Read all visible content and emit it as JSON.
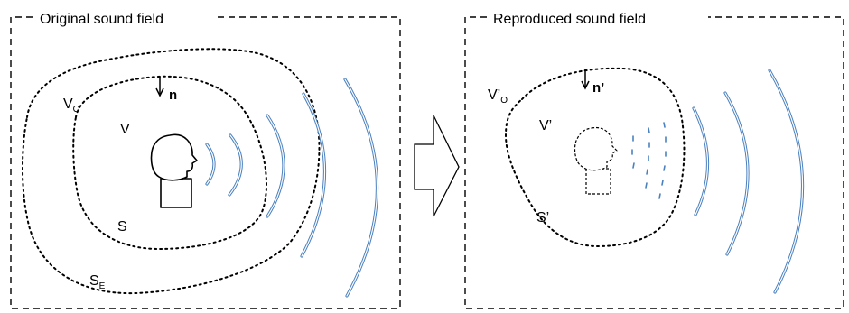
{
  "colors": {
    "line": "#000000",
    "wave_outer": "#4a80bf",
    "wave_inner": "#ffffff"
  },
  "original": {
    "title": "Original sound field",
    "label_vo_main": "V",
    "label_vo_sub": "O",
    "label_v": "V",
    "label_n": "n",
    "label_s": "S",
    "label_se_main": "S",
    "label_se_sub": "E",
    "icon": "head-speaking-icon"
  },
  "transform": {
    "icon": "right-arrow-icon"
  },
  "reproduced": {
    "title": "Reproduced sound field",
    "label_vo_main": "V’",
    "label_vo_sub": "O",
    "label_v": "V’",
    "label_n": "n’",
    "label_s": "S’",
    "icon": "virtual-head-icon"
  }
}
